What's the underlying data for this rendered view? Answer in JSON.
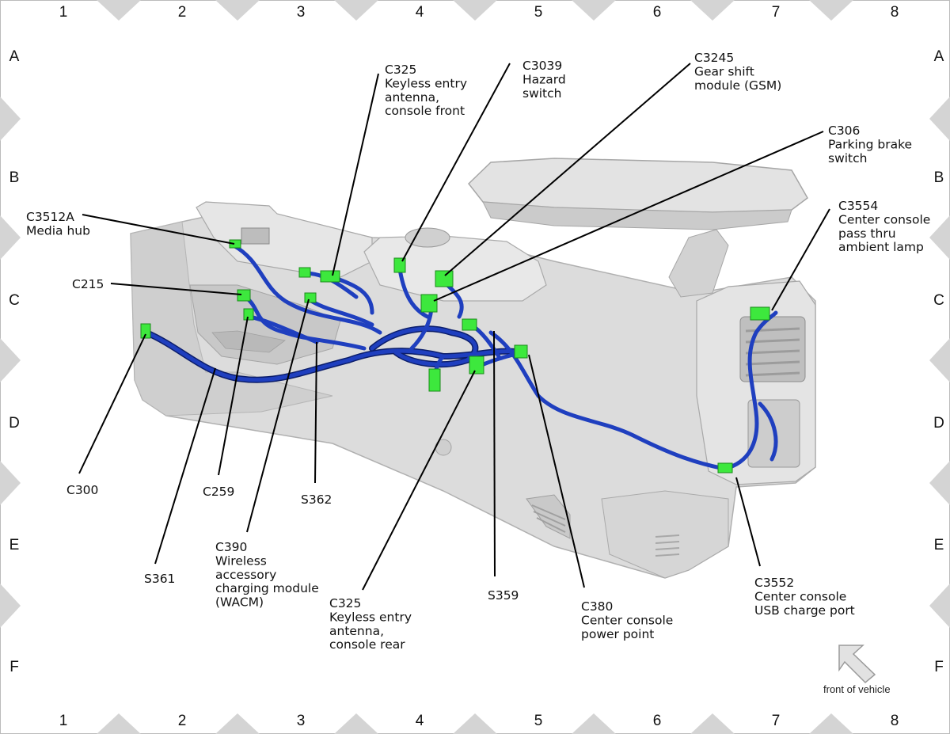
{
  "grid": {
    "columns": [
      "1",
      "2",
      "3",
      "4",
      "5",
      "6",
      "7",
      "8"
    ],
    "rows": [
      "A",
      "B",
      "C",
      "D",
      "E",
      "F"
    ]
  },
  "colors": {
    "harness": "#1f3fbf",
    "connector": "#3de83d",
    "console_body": "#d9d9d9",
    "border_marker": "#d4d4d4"
  },
  "callouts": [
    {
      "id": "c325-front",
      "lines": [
        "C325",
        "Keyless entry",
        "antenna,",
        "console front"
      ]
    },
    {
      "id": "c3039",
      "lines": [
        "C3039",
        "Hazard",
        "switch"
      ]
    },
    {
      "id": "c3245",
      "lines": [
        "C3245",
        "Gear shift",
        "module (GSM)"
      ]
    },
    {
      "id": "c306",
      "lines": [
        "C306",
        "Parking brake",
        "switch"
      ]
    },
    {
      "id": "c3554",
      "lines": [
        "C3554",
        "Center console",
        "pass thru",
        "ambient lamp"
      ]
    },
    {
      "id": "c3512a",
      "lines": [
        "C3512A",
        "Media hub"
      ]
    },
    {
      "id": "c215",
      "lines": [
        "C215"
      ]
    },
    {
      "id": "c300",
      "lines": [
        "C300"
      ]
    },
    {
      "id": "c259",
      "lines": [
        "C259"
      ]
    },
    {
      "id": "s362",
      "lines": [
        "S362"
      ]
    },
    {
      "id": "s361",
      "lines": [
        "S361"
      ]
    },
    {
      "id": "c390",
      "lines": [
        "C390",
        "Wireless",
        "accessory",
        "charging module",
        "(WACM)"
      ]
    },
    {
      "id": "c325-rear",
      "lines": [
        "C325",
        "Keyless entry",
        "antenna,",
        "console rear"
      ]
    },
    {
      "id": "s359",
      "lines": [
        "S359"
      ]
    },
    {
      "id": "c380",
      "lines": [
        "C380",
        "Center console",
        "power point"
      ]
    },
    {
      "id": "c3552",
      "lines": [
        "C3552",
        "Center console",
        "USB charge port"
      ]
    }
  ],
  "orientation": {
    "label": "front of vehicle",
    "icon": "arrow-up-left-icon"
  }
}
